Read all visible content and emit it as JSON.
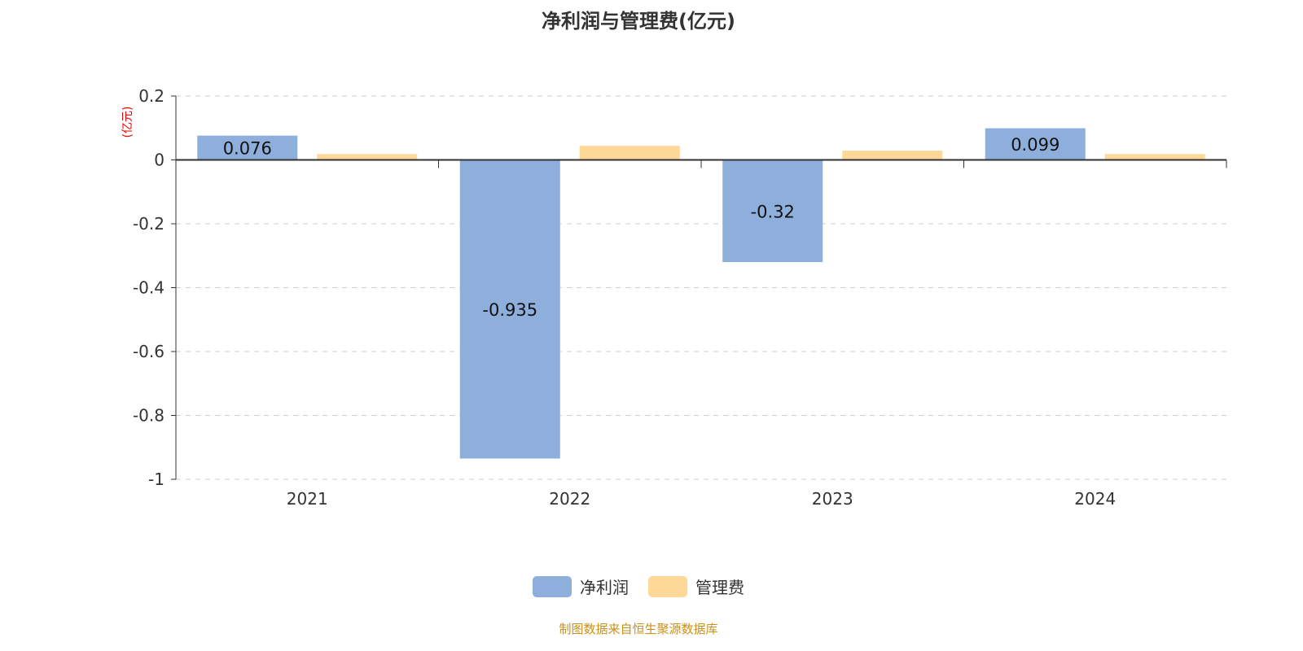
{
  "chart_data": {
    "type": "bar",
    "title": "净利润与管理费(亿元)",
    "ylabel": "(亿元)",
    "categories": [
      "2021",
      "2022",
      "2023",
      "2024"
    ],
    "ylim": [
      -1,
      0.2
    ],
    "yticks": [
      0.2,
      0,
      -0.2,
      -0.4,
      -0.6,
      -0.8,
      -1
    ],
    "ytick_labels": [
      "0.2",
      "0",
      "-0.2",
      "-0.4",
      "-0.6",
      "-0.8",
      "-1"
    ],
    "grid": true,
    "legend_position": "bottom",
    "series": [
      {
        "name": "净利润",
        "color": "#8eaedb",
        "values": [
          0.076,
          -0.935,
          -0.32,
          0.099
        ],
        "labels": [
          "0.076",
          "-0.935",
          "-0.32",
          "0.099"
        ]
      },
      {
        "name": "管理费",
        "color": "#fed897",
        "values": [
          0.018,
          0.044,
          0.029,
          0.018
        ]
      }
    ]
  },
  "source": "制图数据来自恒生聚源数据库"
}
